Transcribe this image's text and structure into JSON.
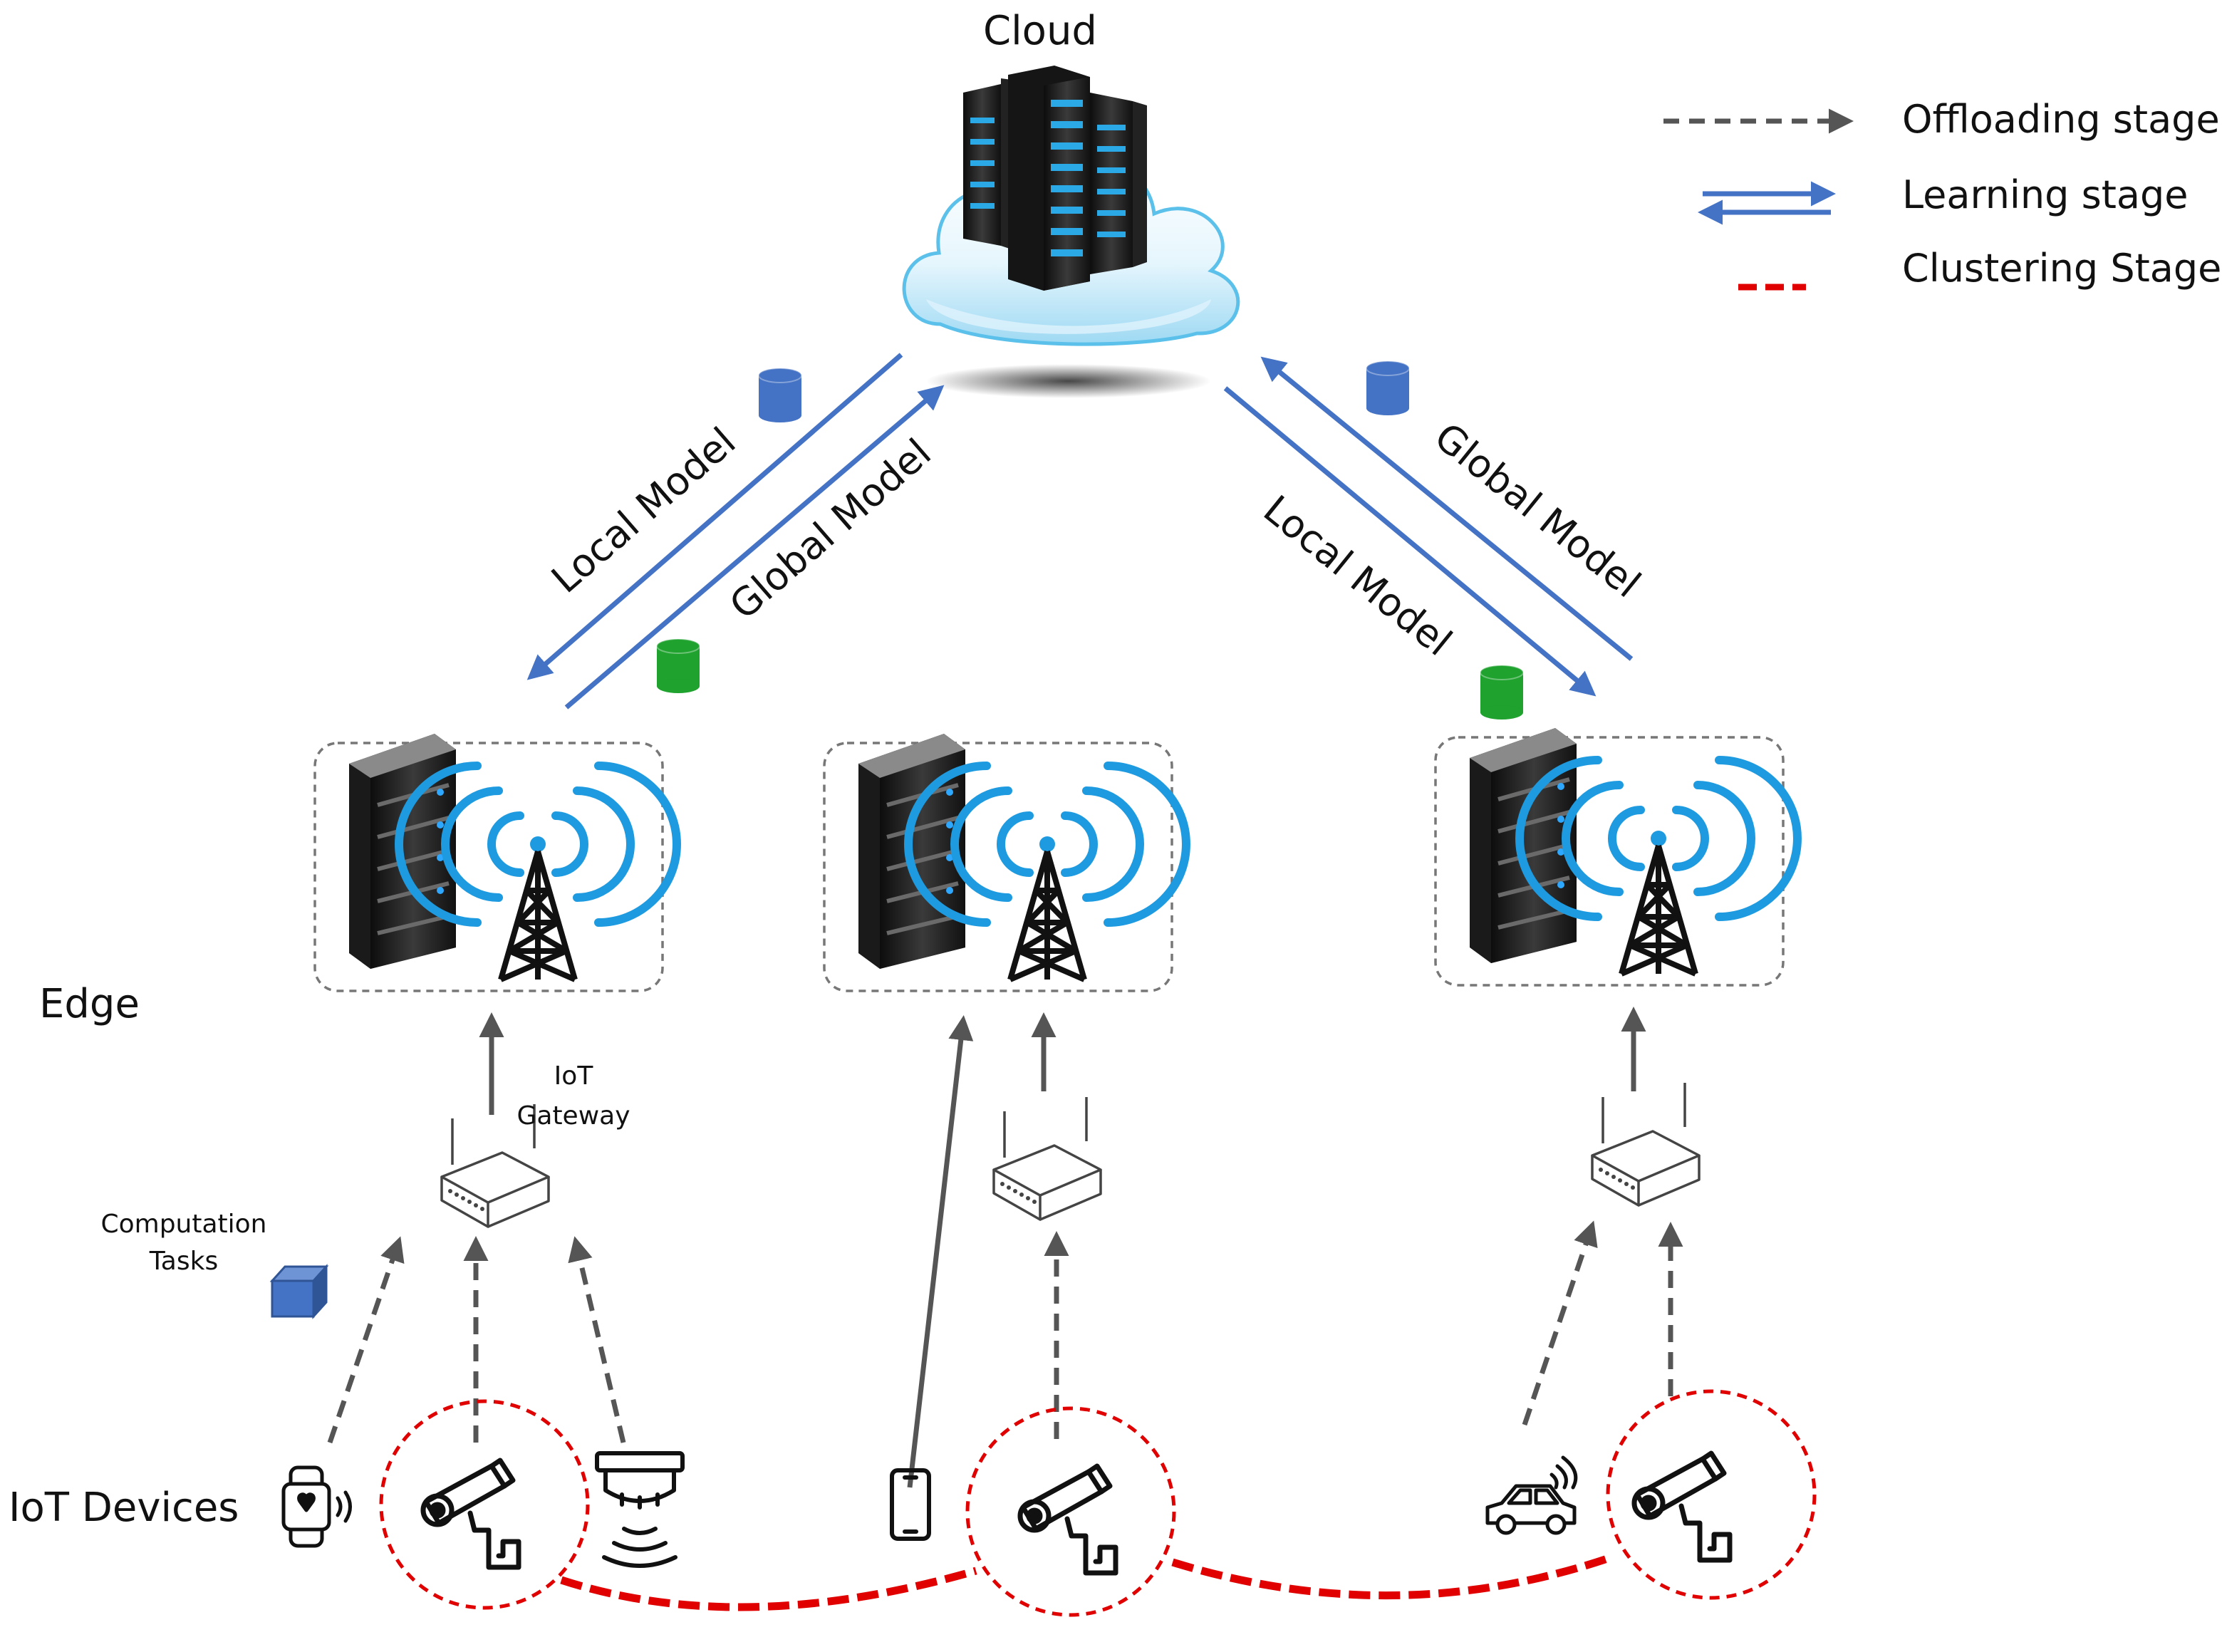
{
  "title": "",
  "labels": {
    "cloud": "Cloud",
    "edge": "Edge",
    "iot_devices": "IoT Devices",
    "iot_gateway_line1": "IoT",
    "iot_gateway_line2": "Gateway",
    "computation_tasks_line1": "Computation",
    "computation_tasks_line2": "Tasks",
    "local_model_left": "Local Model",
    "global_model_left": "Global Model",
    "local_model_right": "Local Model",
    "global_model_right": "Global Model"
  },
  "legend": {
    "offloading": "Offloading stage",
    "learning": "Learning stage",
    "clustering": "Clustering Stage"
  },
  "colors": {
    "offloading_arrow": "#555555",
    "learning_arrow": "#4472C4",
    "clustering_link": "#E00000",
    "local_model_db": "#4472C4",
    "global_model_db": "#1FA22E",
    "task_cube": "#4472C4",
    "signal_waves": "#1E9BE0"
  },
  "icons": {
    "cloud": "cloud-datacenter-icon",
    "edge_server": "server-rack-icon",
    "edge_tower": "cell-tower-icon",
    "gateway": "router-icon",
    "smartwatch": "smartwatch-icon",
    "camera": "security-camera-icon",
    "smoke_detector": "smoke-detector-icon",
    "smartphone": "smartphone-icon",
    "connected_car": "connected-car-icon",
    "database": "database-icon",
    "cube": "task-cube-icon"
  }
}
